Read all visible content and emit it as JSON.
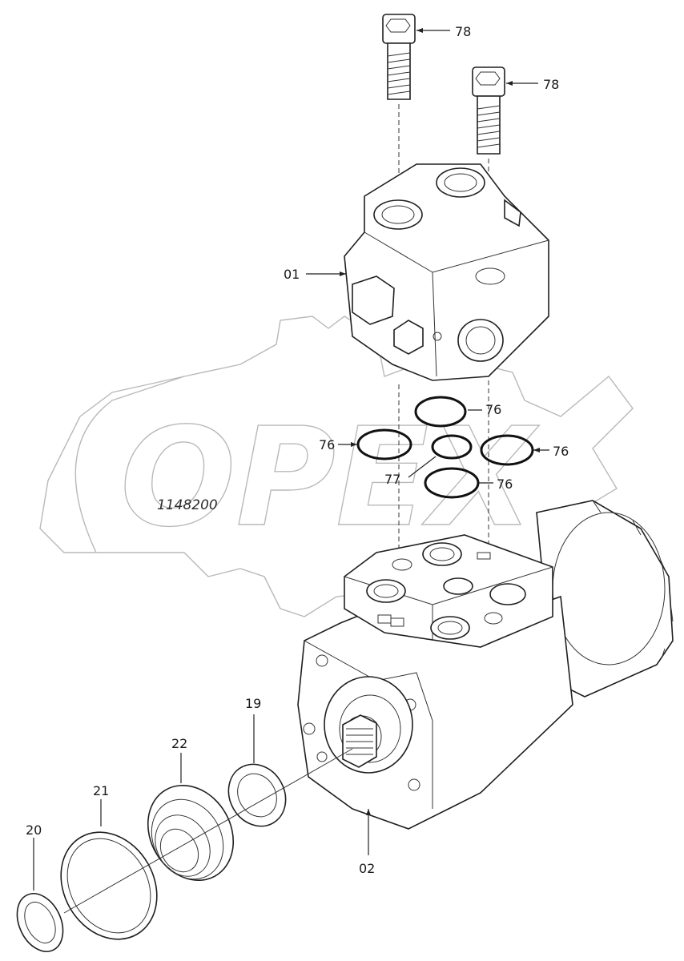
{
  "drawing": {
    "watermark_text": "OPEX",
    "drawing_number": "1148200"
  },
  "callouts": [
    {
      "id": "78a",
      "label": "78"
    },
    {
      "id": "78b",
      "label": "78"
    },
    {
      "id": "01",
      "label": "01"
    },
    {
      "id": "76a",
      "label": "76"
    },
    {
      "id": "76b",
      "label": "76"
    },
    {
      "id": "76c",
      "label": "76"
    },
    {
      "id": "76d",
      "label": "76"
    },
    {
      "id": "77",
      "label": "77"
    },
    {
      "id": "02",
      "label": "02"
    },
    {
      "id": "19",
      "label": "19"
    },
    {
      "id": "22",
      "label": "22"
    },
    {
      "id": "21",
      "label": "21"
    },
    {
      "id": "20",
      "label": "20"
    }
  ]
}
